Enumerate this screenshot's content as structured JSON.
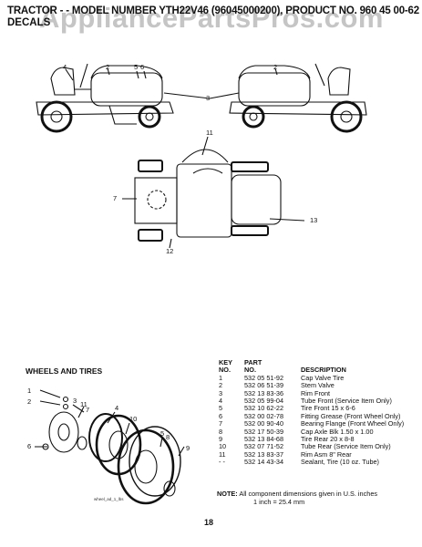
{
  "header": {
    "title": "TRACTOR - - MODEL NUMBER YTH22V46 (96045000200), PRODUCT NO. 960 45 00-62",
    "subtitle": "DECALS"
  },
  "watermark": "AppliancePartsPros.com",
  "top_diagram": {
    "callouts": [
      "4",
      "2",
      "5",
      "6",
      "2",
      "3",
      "11",
      "7",
      "13",
      "12"
    ]
  },
  "section": {
    "title": "WHEELS AND TIRES"
  },
  "wheels_diagram": {
    "callouts": [
      "1",
      "2",
      "3",
      "11",
      "7",
      "6",
      "4",
      "10",
      "5",
      "8",
      "9"
    ],
    "code": "wheel_ad_1_lbs"
  },
  "parts_table": {
    "headers": [
      [
        "KEY",
        "PART",
        ""
      ],
      [
        "NO.",
        "NO.",
        "DESCRIPTION"
      ]
    ],
    "rows": [
      {
        "key": "1",
        "part": "532 05 51-92",
        "desc": "Cap Valve Tire"
      },
      {
        "key": "2",
        "part": "532 06 51-39",
        "desc": "Stem Valve"
      },
      {
        "key": "3",
        "part": "532 13 83-36",
        "desc": "Rim Front"
      },
      {
        "key": "4",
        "part": "532 05 99-04",
        "desc": "Tube Front (Service Item Only)"
      },
      {
        "key": "5",
        "part": "532 10 62-22",
        "desc": "Tire Front 15 x 6-6"
      },
      {
        "key": "6",
        "part": "532 00 02-78",
        "desc": "Fitting Grease (Front Wheel Only)"
      },
      {
        "key": "7",
        "part": "532 00 90-40",
        "desc": "Bearing Flange (Front Wheel Only)"
      },
      {
        "key": "8",
        "part": "532 17 50-39",
        "desc": "Cap Axle Blk 1.50 x 1.00"
      },
      {
        "key": "9",
        "part": "532 13 84-68",
        "desc": "Tire Rear 20 x 8-8"
      },
      {
        "key": "10",
        "part": "532 07 71-52",
        "desc": "Tube Rear (Service Item Only)"
      },
      {
        "key": "11",
        "part": "532 13 83-37",
        "desc": "Rim Asm 8\" Rear"
      },
      {
        "key": "- -",
        "part": "532 14 43-34",
        "desc": "Sealant, Tire (10 oz. Tube)"
      }
    ]
  },
  "note": {
    "label": "NOTE:",
    "text": "All component dimensions given in U.S. inches",
    "conversion": "1 inch = 25.4 mm"
  },
  "page_number": "18"
}
